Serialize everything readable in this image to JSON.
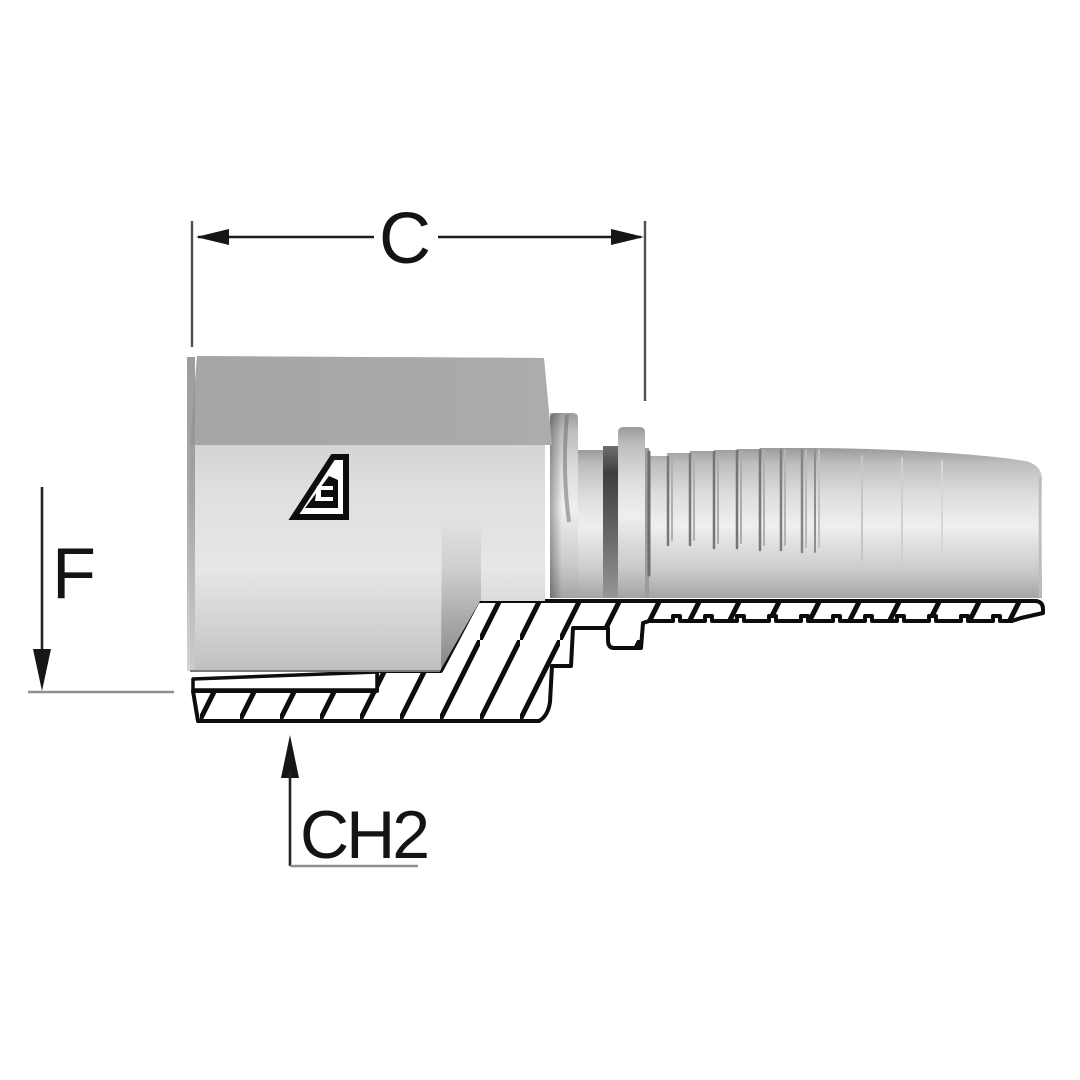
{
  "diagram": {
    "kind": "technical-drawing-half-section",
    "dimensions": {
      "c_label": "C",
      "f_label": "F",
      "ch2_label": "CH2"
    },
    "colors": {
      "background": "#ffffff",
      "outline": "#111111",
      "hex_top_gray": "#a8a8a8",
      "body_light_gray": "#e4e4e4",
      "body_mid_gray": "#c9c9c9",
      "deep_groove_gray": "#3e3e3e",
      "dim_line": "#1c1c1c",
      "ref_line": "#8f8f8f",
      "hatch_line": "#0d0d0d"
    }
  }
}
